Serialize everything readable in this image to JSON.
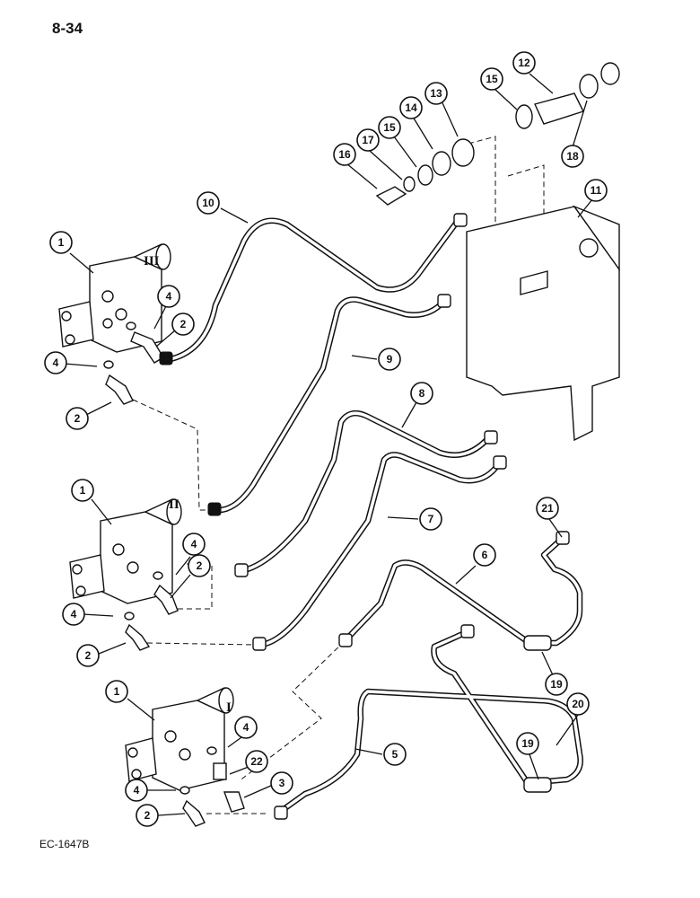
{
  "page": {
    "number": "8-34",
    "figure_code": "EC-1647B"
  },
  "valve_sections": [
    "III",
    "II",
    "I"
  ],
  "callouts": [
    "1",
    "4",
    "2",
    "4",
    "2",
    "10",
    "9",
    "8",
    "7",
    "6",
    "5",
    "1",
    "4",
    "2",
    "4",
    "2",
    "1",
    "4",
    "22",
    "4",
    "3",
    "2",
    "16",
    "17",
    "15",
    "14",
    "13",
    "15",
    "12",
    "18",
    "11",
    "21",
    "19",
    "20",
    "19"
  ]
}
